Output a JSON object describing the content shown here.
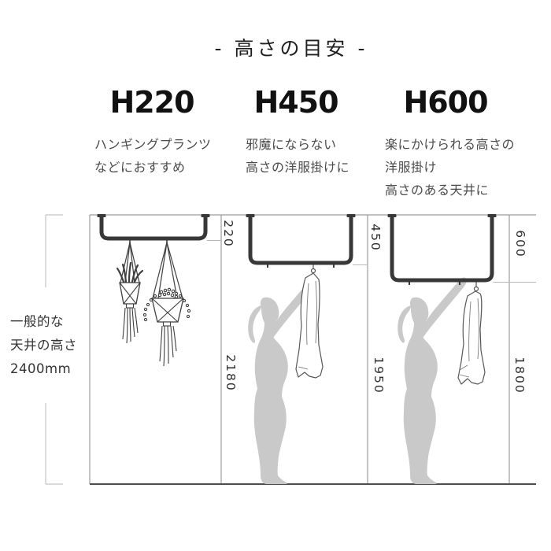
{
  "title": "- 高さの目安 -",
  "ceiling_note": {
    "line1": "一般的な",
    "line2": "天井の高さ",
    "line3": "2400mm"
  },
  "columns": [
    {
      "heading": "H220",
      "desc_lines": [
        "ハンギングプランツ",
        "などにおすすめ"
      ],
      "drop": "220",
      "floor_clearance": "2180"
    },
    {
      "heading": "H450",
      "desc_lines": [
        "邪魔にならない",
        "高さの洋服掛けに"
      ],
      "drop": "450",
      "floor_clearance": "1950"
    },
    {
      "heading": "H600",
      "desc_lines": [
        "楽にかけられる高さの",
        "洋服掛け",
        "高さのある天井に"
      ],
      "drop": "600",
      "floor_clearance": "1800"
    }
  ],
  "colors": {
    "bar": "#383838",
    "silhouette": "#c9c9c9",
    "guide_line": "#9c9c9c",
    "dim_tick": "#b8b8b8",
    "floor_line": "#4d4d4d",
    "heading_text": "#111111",
    "body_text": "#4b4b4b"
  }
}
